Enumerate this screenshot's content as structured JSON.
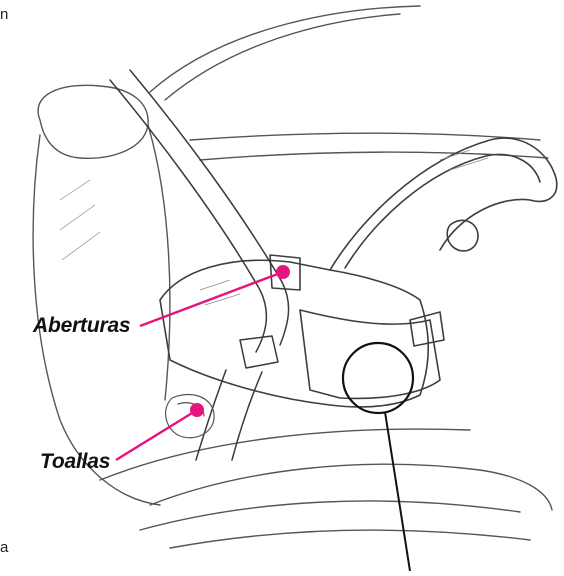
{
  "callouts": {
    "aberturas": {
      "label": "Aberturas"
    },
    "toallas": {
      "label": "Toallas"
    }
  },
  "edge_text": {
    "top_fragment": "n",
    "bottom_fragment": "a"
  },
  "colors": {
    "callout_marker": "#e6157d",
    "callout_line": "#e6157d",
    "pointer_line": "#111111",
    "sketch_stroke": "#4a4a4a"
  }
}
